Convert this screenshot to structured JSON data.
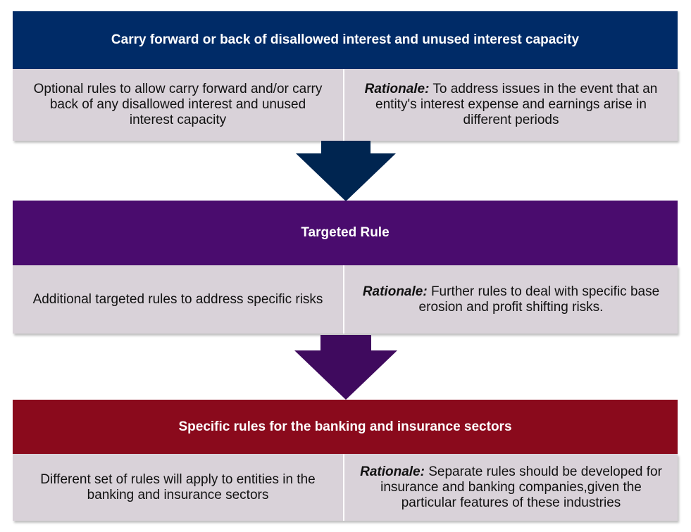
{
  "colors": {
    "section1": "#002b67",
    "section2": "#4a0c6e",
    "section3": "#8a0a1c",
    "cell_bg": "#d9d2d9"
  },
  "sections": [
    {
      "title": "Carry forward or back of disallowed interest and unused interest capacity",
      "description": "Optional rules to allow carry forward and/or carry back of any disallowed interest and unused interest capacity",
      "rationale_label": "Rationale:",
      "rationale_text": " To address issues in the event that an entity's interest expense and earnings arise in different periods"
    },
    {
      "title": "Targeted Rule",
      "description": "Additional targeted rules to address specific risks",
      "rationale_label": "Rationale:",
      "rationale_text": " Further rules to deal with specific base erosion and profit shifting risks."
    },
    {
      "title": "Specific rules for the banking and insurance sectors",
      "description": "Different set of rules will apply to entities in the banking and insurance sectors",
      "rationale_label": "Rationale:",
      "rationale_text": " Separate rules should be developed for insurance and banking companies,given the particular features of these industries"
    }
  ]
}
